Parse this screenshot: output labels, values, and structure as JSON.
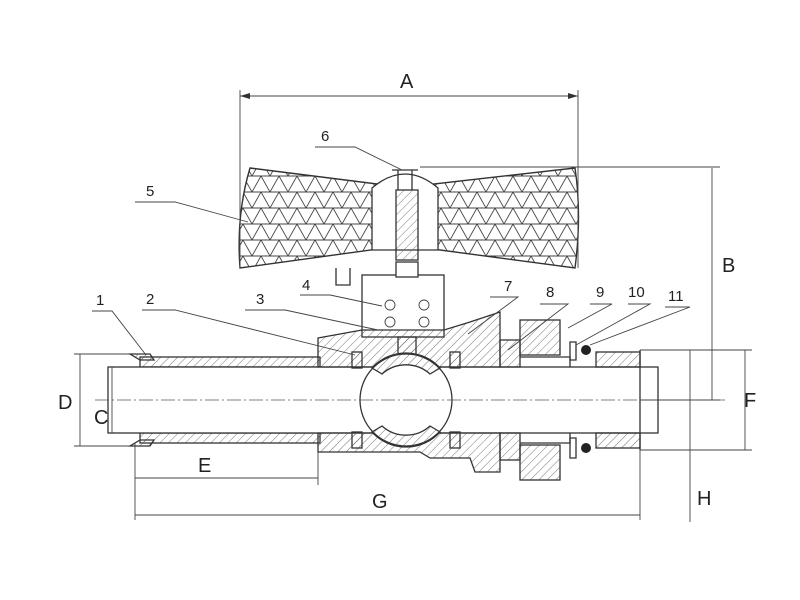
{
  "dimensions": {
    "A": "A",
    "B": "B",
    "C": "C",
    "D": "D",
    "E": "E",
    "F": "F",
    "G": "G",
    "H": "H"
  },
  "parts": {
    "p1": "1",
    "p2": "2",
    "p3": "3",
    "p4": "4",
    "p5": "5",
    "p6": "6",
    "p7": "7",
    "p8": "8",
    "p9": "9",
    "p10": "10",
    "p11": "11"
  },
  "colors": {
    "line": "#333333",
    "background": "#ffffff"
  }
}
